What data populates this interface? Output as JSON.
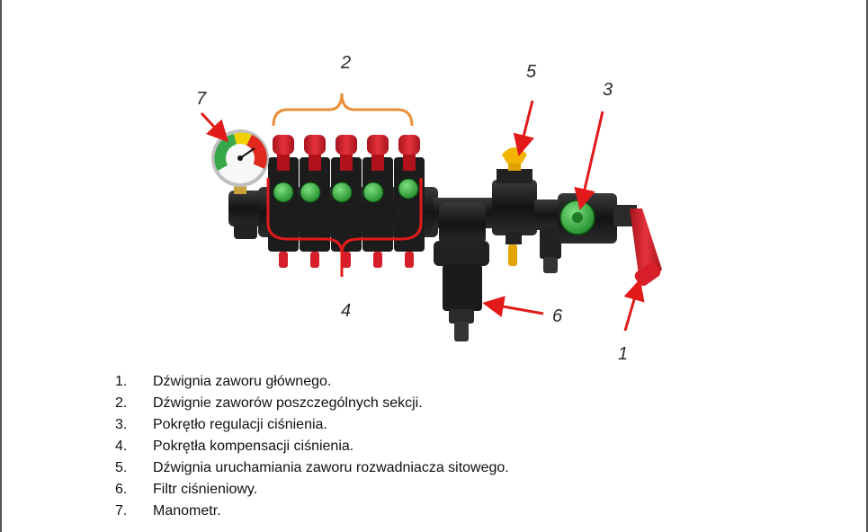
{
  "callouts": {
    "c1": "1",
    "c2": "2",
    "c3": "3",
    "c4": "4",
    "c5": "5",
    "c6": "6",
    "c7": "7"
  },
  "legend": [
    {
      "num": "1.",
      "text": "Dźwignia zaworu głównego."
    },
    {
      "num": "2.",
      "text": "Dźwignie zaworów poszczególnych sekcji."
    },
    {
      "num": "3.",
      "text": "Pokrętło regulacji ciśnienia."
    },
    {
      "num": "4.",
      "text": "Pokrętła kompensacji ciśnienia."
    },
    {
      "num": "5.",
      "text": "Dźwignia uruchamiania zaworu rozwadniacza sitowego."
    },
    {
      "num": "6.",
      "text": "Filtr ciśnieniowy."
    },
    {
      "num": "7.",
      "text": "Manometr."
    }
  ],
  "colors": {
    "arrow": "#e21a1a",
    "bracket": "#e8913a",
    "body": "#1a1a1a",
    "lever_red": "#d71f2b",
    "knob_green": "#2fae3a",
    "lever_yellow": "#f2b400",
    "gauge_green": "#37a84a",
    "gauge_yellow": "#f0d000",
    "gauge_red": "#e0281e"
  },
  "icons": {
    "section_lever": "red-section-lever-icon",
    "knob": "green-compensation-knob-icon"
  }
}
